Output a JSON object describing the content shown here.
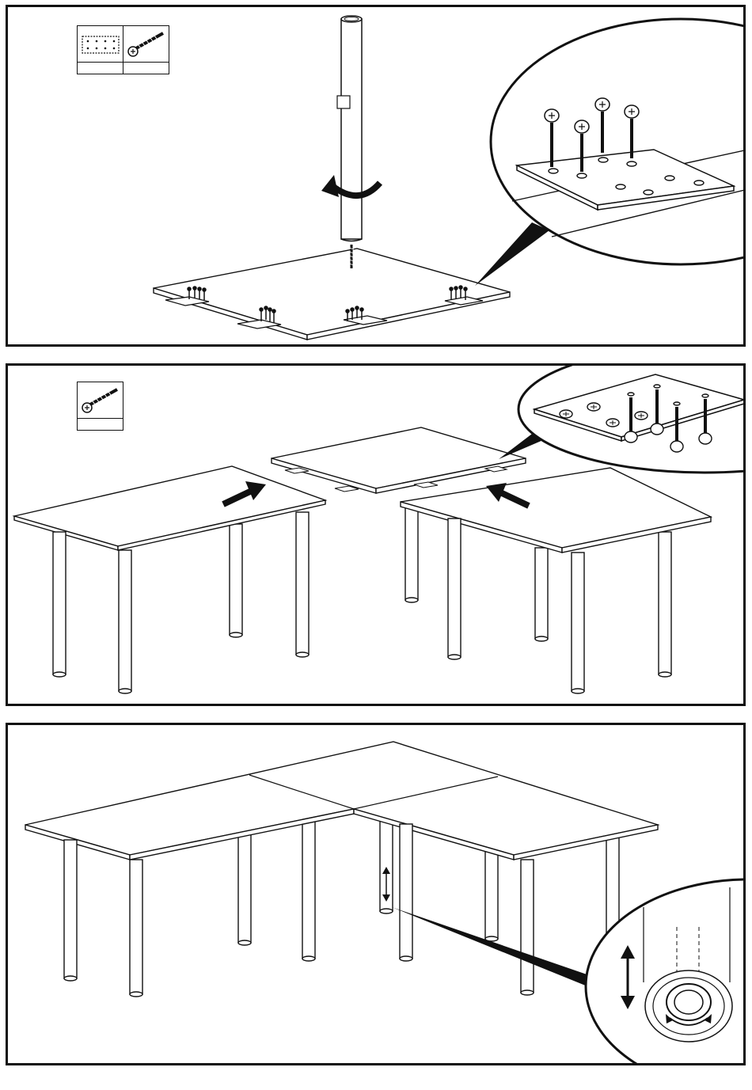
{
  "document": {
    "type": "assembly-instructions",
    "steps": [
      {
        "id": "step-1",
        "parts": [
          "connector-plate-icon",
          "screw-icon"
        ],
        "quantities": [
          "",
          ""
        ],
        "action": "rotate-leg-into-tabletop"
      },
      {
        "id": "step-2",
        "parts": [
          "screw-icon"
        ],
        "quantities": [
          ""
        ],
        "action": "push-tables-together"
      },
      {
        "id": "step-3",
        "parts": [],
        "quantities": [],
        "action": "adjust-leg-height"
      }
    ]
  },
  "colors": {
    "line": "#111111",
    "fill": "#ffffff",
    "accent": "#000000"
  }
}
